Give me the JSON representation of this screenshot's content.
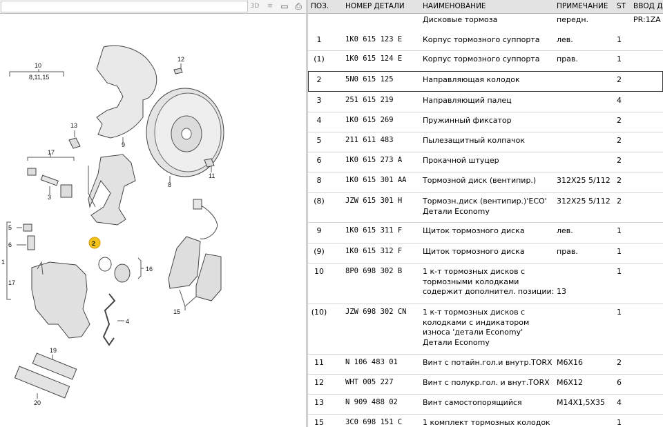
{
  "toolbar": {
    "btn_3d": "3D",
    "btn_list": "≡",
    "btn_window": "▭",
    "btn_print": "⎙"
  },
  "diagram": {
    "labels": [
      "10",
      "8,11,15",
      "12",
      "13",
      "9",
      "17",
      "3",
      "8",
      "11",
      "2",
      "5",
      "6",
      "1",
      "16",
      "17",
      "4",
      "15",
      "19",
      "20"
    ]
  },
  "table": {
    "headers": {
      "pos": "ПОЗ.",
      "part_no": "НОМЕР ДЕТАЛИ",
      "name": "НАИМЕНОВАНИЕ",
      "note": "ПРИМЕЧАНИЕ",
      "qty": "ST",
      "input": "ВВОД ДА"
    },
    "group": {
      "name": "Дисковые тормоза",
      "note": "передн.",
      "input": "PR:1ZA"
    },
    "rows": [
      {
        "pos": "1",
        "part": "1K0  615  123  E",
        "name": "Корпус тормозного суппорта",
        "note": "лев.",
        "qty": "1"
      },
      {
        "pos": "(1)",
        "part": "1K0  615  124  E",
        "name": "Корпус тормозного суппорта",
        "note": "прав.",
        "qty": "1"
      },
      {
        "pos": "2",
        "part": "5N0  615  125",
        "name": "Направляющая колодок",
        "note": "",
        "qty": "2"
      },
      {
        "pos": "3",
        "part": "251  615  219",
        "name": "Направляющий палец",
        "note": "",
        "qty": "4"
      },
      {
        "pos": "4",
        "part": "1K0  615  269",
        "name": "Пружинный фиксатор",
        "note": "",
        "qty": "2"
      },
      {
        "pos": "5",
        "part": "211  611  483",
        "name": "Пылезащитный колпачок",
        "note": "",
        "qty": "2"
      },
      {
        "pos": "6",
        "part": "1K0  615  273  A",
        "name": "Прокачной штуцер",
        "note": "",
        "qty": "2"
      },
      {
        "pos": "8",
        "part": "1K0  615  301  AA",
        "name": "Тормозной диск (вентипир.)",
        "note": "312X25   5/112",
        "qty": "2"
      },
      {
        "pos": "(8)",
        "part": "JZW  615  301  H",
        "name": "Тормозн.диск (вентипир.)'ECO'\nДетали Economy",
        "note": "312X25   5/112",
        "qty": "2"
      },
      {
        "pos": "9",
        "part": "1K0  615  311  F",
        "name": "Щиток тормозного диска",
        "note": "лев.",
        "qty": "1"
      },
      {
        "pos": "(9)",
        "part": "1K0  615  312  F",
        "name": "Щиток тормозного диска",
        "note": "прав.",
        "qty": "1"
      },
      {
        "pos": "10",
        "part": "8P0  698  302  B",
        "name": "1 к-т тормозных дисков с\nтормозными колодками\n содержит дополнител. позиции:",
        "note": "13",
        "qty": "1"
      },
      {
        "pos": "(10)",
        "part": "JZW  698  302  CN",
        "name": "1 к-т тормозных дисков с\nколодками с индикатором\nизноса        'детали Economy'\nДетали Economy",
        "note": "",
        "qty": "1"
      },
      {
        "pos": "11",
        "part": "N     106  483  01",
        "name": "Винт с потайн.гол.и внутр.TORX",
        "note": "M6X16",
        "qty": "2"
      },
      {
        "pos": "12",
        "part": "WHT  005  227",
        "name": "Винт с полукр.гол. и внут.TORX",
        "note": "M6X12",
        "qty": "6"
      },
      {
        "pos": "13",
        "part": "N     909  488  02",
        "name": "Винт самостопорящийся",
        "note": "M14X1,5X35",
        "qty": "4"
      },
      {
        "pos": "15",
        "part": "3C0  698  151  C",
        "name": "1 комплект тормозных колодок",
        "note": "",
        "qty": "1"
      }
    ]
  },
  "colors": {
    "header_bg": "#e3e3e3",
    "callout_yellow": "#f2c21b",
    "line": "#555555"
  }
}
